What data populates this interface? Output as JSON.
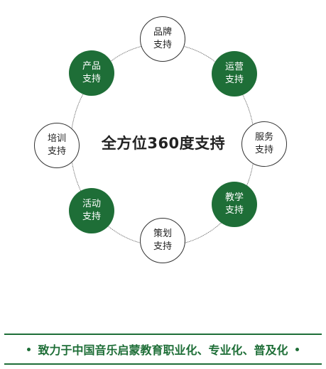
{
  "center_title": "全方位360度支持",
  "nodes": {
    "brand": {
      "line1": "品牌",
      "line2": "支持",
      "style": "outline"
    },
    "operation": {
      "line1": "运营",
      "line2": "支持",
      "style": "filled"
    },
    "service": {
      "line1": "服务",
      "line2": "支持",
      "style": "outline"
    },
    "teaching": {
      "line1": "教学",
      "line2": "支持",
      "style": "filled"
    },
    "planning": {
      "line1": "策划",
      "line2": "支持",
      "style": "outline"
    },
    "activity": {
      "line1": "活动",
      "line2": "支持",
      "style": "filled"
    },
    "training": {
      "line1": "培训",
      "line2": "支持",
      "style": "outline"
    },
    "product": {
      "line1": "产品",
      "line2": "支持",
      "style": "filled"
    }
  },
  "footer": {
    "slogan": "致力于中国音乐启蒙教育职业化、专业化、普及化"
  },
  "colors": {
    "accent": "#1e6e37",
    "outline": "#333333",
    "text": "#222222"
  }
}
